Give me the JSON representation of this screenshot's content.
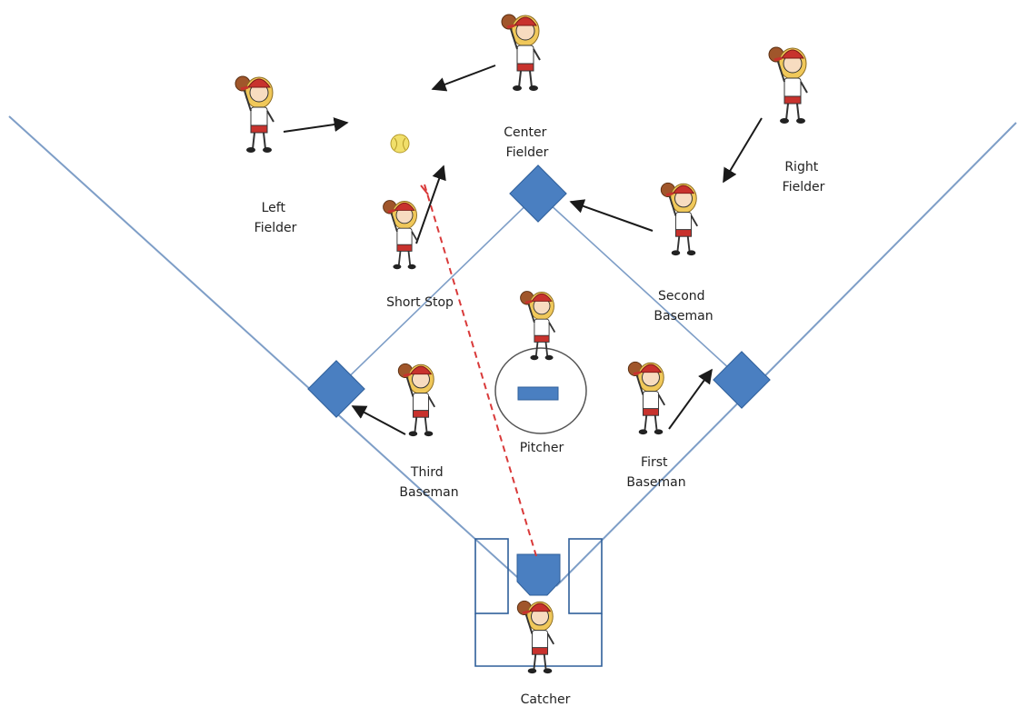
{
  "colors": {
    "base": "#4a7fc1",
    "base_edge": "#2f5f9a",
    "foul_line": "#7e9ec7",
    "arrow": "#1a1a1a",
    "throw_path": "#d93a3a",
    "ball": "#f1df6a",
    "cap": "#c8322d",
    "hair": "#f0c85a",
    "skin": "#f7dcc0",
    "glove": "#a0562b"
  },
  "labels": {
    "left_fielder": [
      "Left",
      "Fielder"
    ],
    "center_fielder": [
      "Center",
      "Fielder"
    ],
    "right_fielder": [
      "Right",
      "Fielder"
    ],
    "short_stop": [
      "Short Stop"
    ],
    "second_baseman": [
      "Second",
      "Baseman"
    ],
    "pitcher": [
      "Pitcher"
    ],
    "third_baseman": [
      "Third",
      "Baseman"
    ],
    "first_baseman": [
      "First",
      "Baseman"
    ],
    "catcher": [
      "Catcher"
    ]
  },
  "icons": {
    "player": "player-figure-icon",
    "ball": "softball-icon",
    "base": "base-icon",
    "home_plate": "home-plate-icon"
  }
}
